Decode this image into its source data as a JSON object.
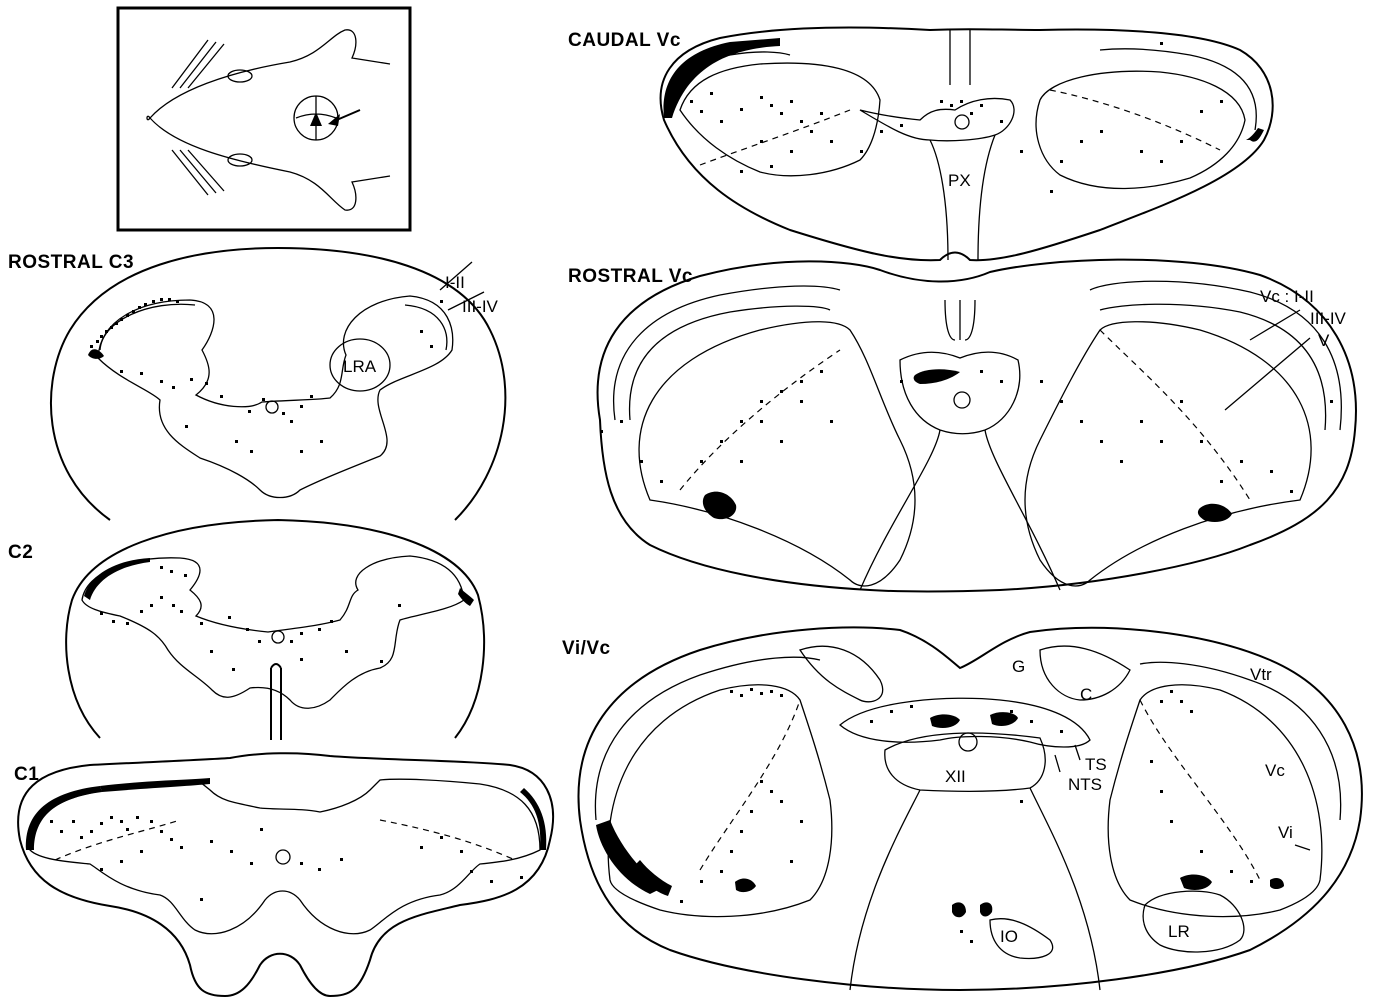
{
  "colors": {
    "ink": "#000000",
    "paper": "#ffffff"
  },
  "panels": {
    "inset": {
      "icon": "rat-head-dorsal-view-icon"
    },
    "rostral_c3": {
      "title": "ROSTRAL C3",
      "labels": [
        "I-II",
        "III-IV",
        "LRA"
      ]
    },
    "c2": {
      "title": "C2"
    },
    "c1": {
      "title": "C1"
    },
    "caudal_vc": {
      "title": "CAUDAL Vc",
      "labels": [
        "PX"
      ]
    },
    "rostral_vc": {
      "title": "ROSTRAL Vc",
      "labels": [
        "Vc : I-II",
        "III-IV",
        "V"
      ]
    },
    "vi_vc": {
      "title": "Vi/Vc",
      "labels": [
        "G",
        "C",
        "Vtr",
        "TS",
        "NTS",
        "XII",
        "Vc",
        "Vi",
        "IO",
        "LR"
      ]
    }
  }
}
